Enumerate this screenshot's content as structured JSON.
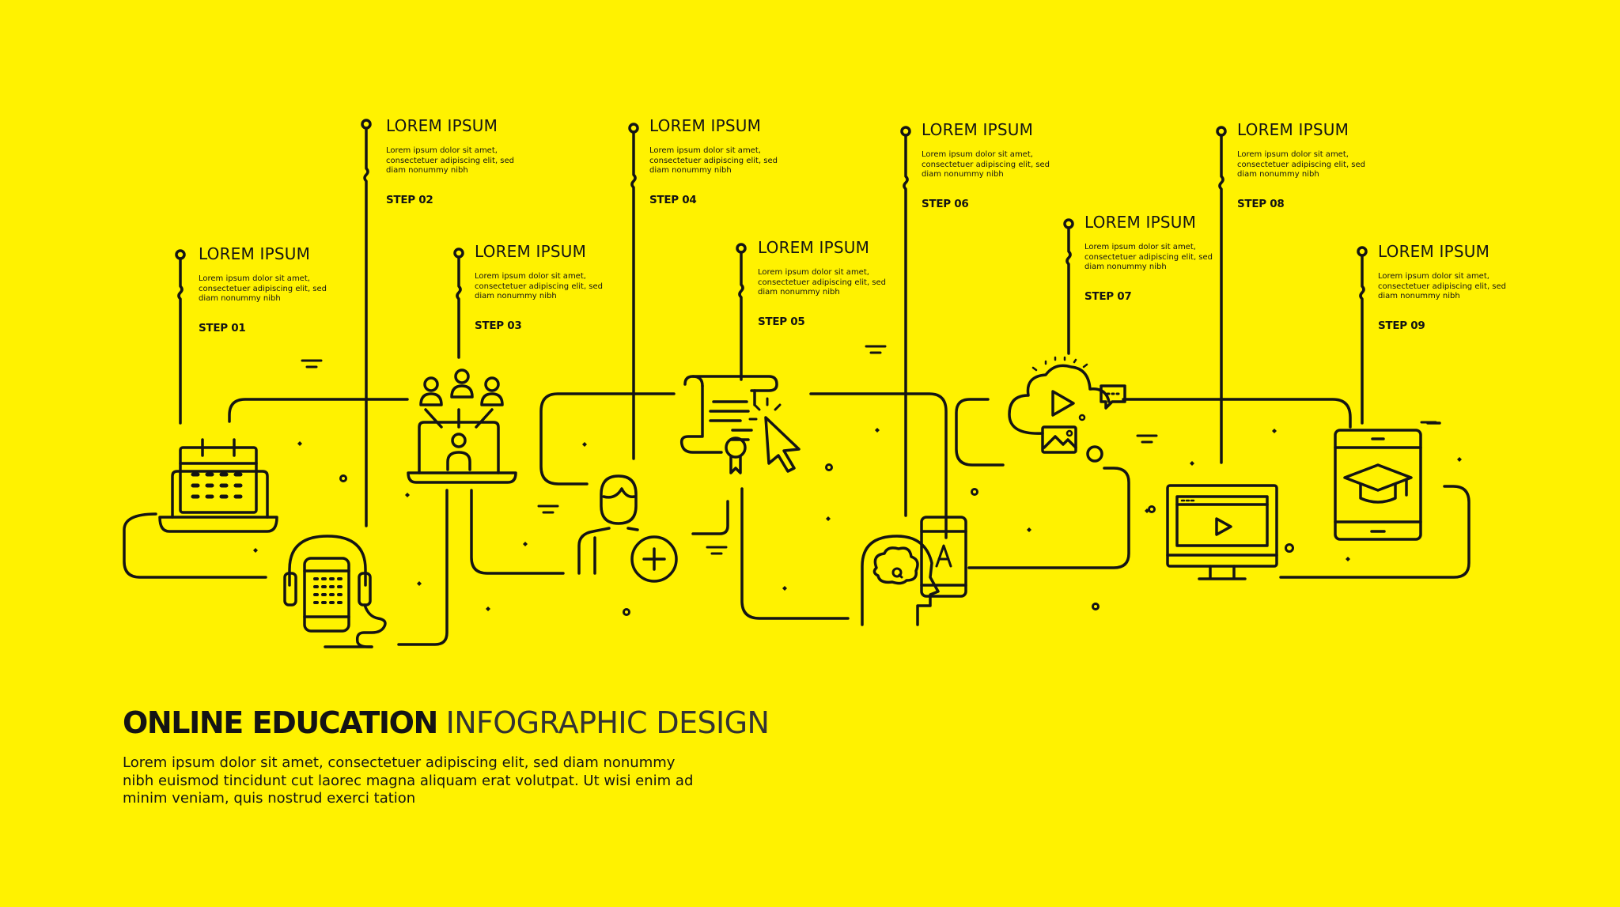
{
  "colors": {
    "background": "#FFF200",
    "ink": "#141414"
  },
  "steps": [
    {
      "title": "LOREM IPSUM",
      "desc": [
        "Lorem ipsum dolor sit amet,",
        "consectetuer adipiscing elit, sed",
        "diam nonummy nibh"
      ],
      "label": "STEP 01",
      "icon": "laptop-calendar-icon"
    },
    {
      "title": "LOREM IPSUM",
      "desc": [
        "Lorem ipsum dolor sit amet,",
        "consectetuer adipiscing elit, sed",
        "diam nonummy nibh"
      ],
      "label": "STEP 02",
      "icon": "headphones-phone-icon"
    },
    {
      "title": "LOREM IPSUM",
      "desc": [
        "Lorem ipsum dolor sit amet,",
        "consectetuer adipiscing elit, sed",
        "diam nonummy nibh"
      ],
      "label": "STEP 03",
      "icon": "laptop-network-users-icon"
    },
    {
      "title": "LOREM IPSUM",
      "desc": [
        "Lorem ipsum dolor sit amet,",
        "consectetuer adipiscing elit, sed",
        "diam nonummy nibh"
      ],
      "label": "STEP 04",
      "icon": "student-add-icon"
    },
    {
      "title": "LOREM IPSUM",
      "desc": [
        "Lorem ipsum dolor sit amet,",
        "consectetuer adipiscing elit, sed",
        "diam nonummy nibh"
      ],
      "label": "STEP 05",
      "icon": "certificate-cursor-icon"
    },
    {
      "title": "LOREM IPSUM",
      "desc": [
        "Lorem ipsum dolor sit amet,",
        "consectetuer adipiscing elit, sed",
        "diam nonummy nibh"
      ],
      "label": "STEP 06",
      "icon": "head-brain-qa-icon"
    },
    {
      "title": "LOREM IPSUM",
      "desc": [
        "Lorem ipsum dolor sit amet,",
        "consectetuer adipiscing elit, sed",
        "diam nonummy nibh"
      ],
      "label": "STEP 07",
      "icon": "cloud-media-icon"
    },
    {
      "title": "LOREM IPSUM",
      "desc": [
        "Lorem ipsum dolor sit amet,",
        "consectetuer adipiscing elit, sed",
        "diam nonummy nibh"
      ],
      "label": "STEP 08",
      "icon": "monitor-video-icon"
    },
    {
      "title": "LOREM IPSUM",
      "desc": [
        "Lorem ipsum dolor sit amet,",
        "consectetuer adipiscing elit, sed",
        "diam nonummy nibh"
      ],
      "label": "STEP 09",
      "icon": "tablet-graduation-cap-icon"
    }
  ],
  "heading": {
    "bold": "ONLINE EDUCATION",
    "light": "INFOGRAPHIC DESIGN"
  },
  "body_text": [
    "Lorem ipsum dolor sit amet, consectetuer adipiscing elit, sed diam nonummy",
    "nibh euismod tincidunt cut laorec  magna aliquam erat volutpat. Ut wisi enim ad",
    "minim veniam, quis nostrud exerci tation"
  ]
}
